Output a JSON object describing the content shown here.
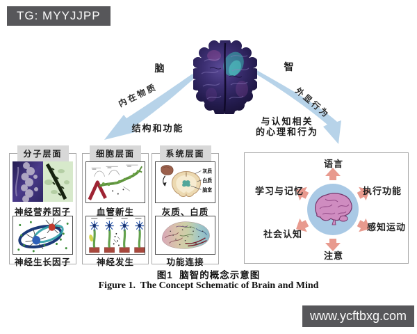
{
  "watermarks": {
    "top_left": "TG: MYYJJPP",
    "bottom_right": "www.ycftbxg.com"
  },
  "overview": {
    "brain_label": "脑",
    "mind_label": "智",
    "left_arrow_label": "内在物质",
    "right_arrow_label": "外显行为",
    "left_branch_caption": "结构和功能",
    "right_branch_caption_line1": "与认知相关",
    "right_branch_caption_line2": "的心理和行为"
  },
  "levels_panel": {
    "columns": [
      {
        "header": "分子层面",
        "figures": [
          {
            "caption": "神经营养因子"
          },
          {
            "caption": "神经生长因子"
          }
        ]
      },
      {
        "header": "细胞层面",
        "figures": [
          {
            "caption": "血管新生"
          },
          {
            "caption": "神经发生"
          }
        ]
      },
      {
        "header": "系统层面",
        "figures": [
          {
            "caption": "灰质、白质",
            "annotations": [
              "灰质",
              "白质",
              "脑室"
            ]
          },
          {
            "caption": "功能连接"
          }
        ]
      }
    ]
  },
  "mind_panel": {
    "functions": [
      {
        "label": "语言",
        "position": "top"
      },
      {
        "label": "执行功能",
        "position": "top-right"
      },
      {
        "label": "感知运动",
        "position": "bottom-right"
      },
      {
        "label": "注意",
        "position": "bottom"
      },
      {
        "label": "社会认知",
        "position": "bottom-left"
      },
      {
        "label": "学习与记忆",
        "position": "top-left"
      }
    ]
  },
  "caption": {
    "zh": "图1  脑智的概念示意图",
    "en": "Figure 1.  The Concept Schematic of Brain and Mind"
  },
  "colors": {
    "flow_arrow_blue": "#b7d3e9",
    "function_arrow_salmon": "#e89a8e",
    "mind_circle_blue": "#a9c9e5",
    "mind_brain_pink": "#cf8cc0",
    "badge_bg": "#57575a",
    "panel_header_bg": "#d8d8d8"
  }
}
